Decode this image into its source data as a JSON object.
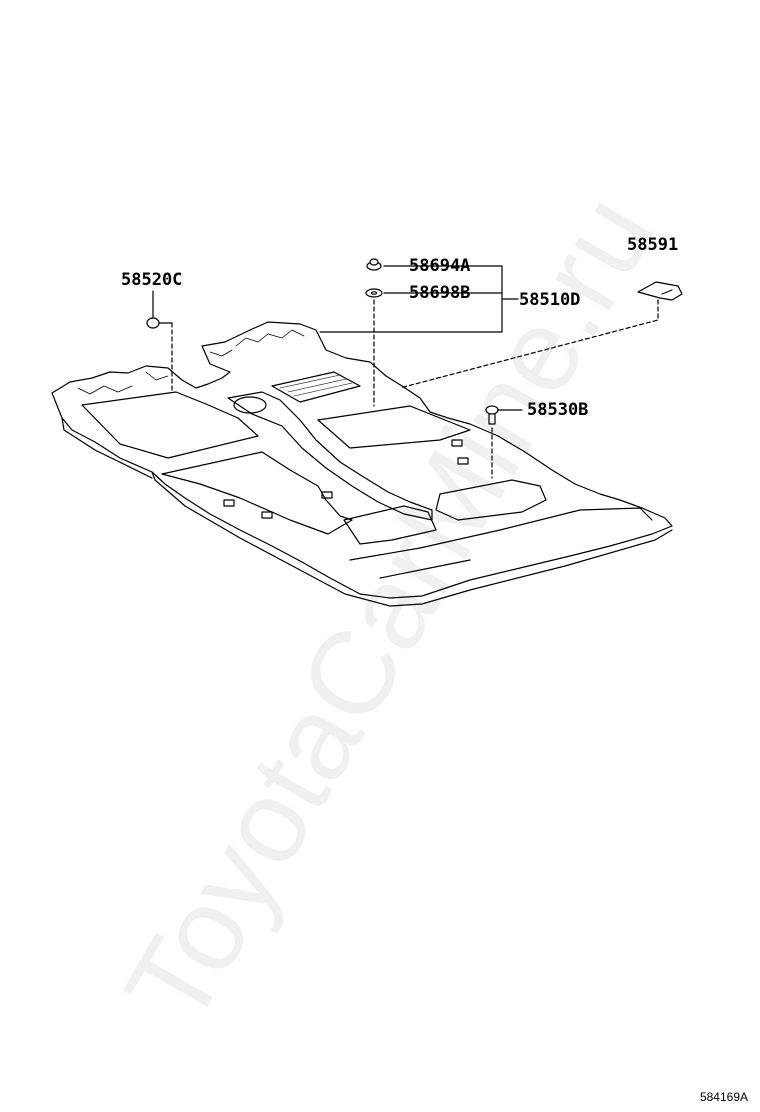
{
  "diagram": {
    "parts": [
      {
        "id": "p1",
        "label": "58520C"
      },
      {
        "id": "p2",
        "label": "58694A"
      },
      {
        "id": "p3",
        "label": "58698B"
      },
      {
        "id": "p4",
        "label": "58510D"
      },
      {
        "id": "p5",
        "label": "58591"
      },
      {
        "id": "p6",
        "label": "58530B"
      }
    ],
    "figure_code": "584169A",
    "watermark": "ToyotaCarMine.ru"
  }
}
